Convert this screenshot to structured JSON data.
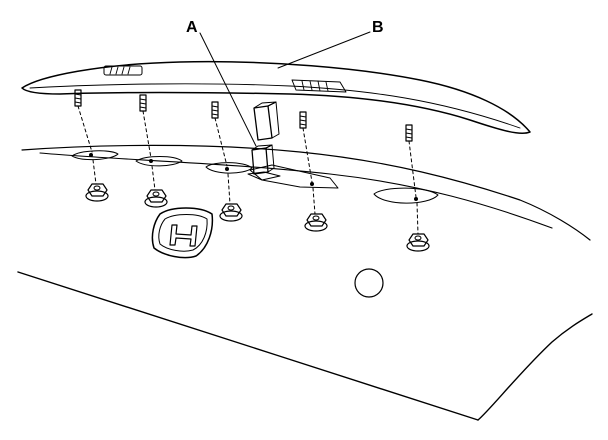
{
  "callouts": {
    "a": "A",
    "b": "B"
  },
  "parts": {
    "spoiler": "rear-spoiler",
    "connector": "brake-light-connector",
    "emblem": "honda-h-emblem",
    "screw_count": 5,
    "nut_count": 5
  }
}
